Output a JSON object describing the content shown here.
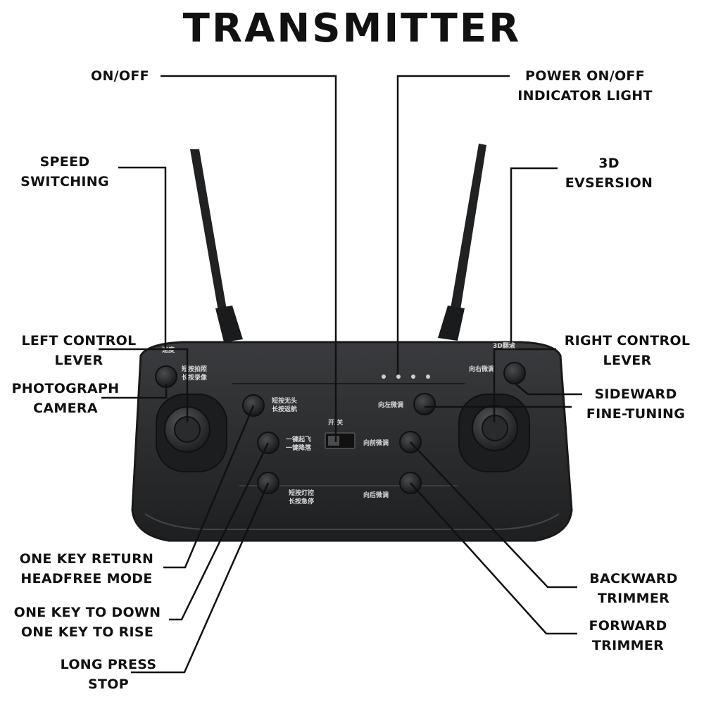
{
  "title": "TRANSMITTER",
  "labels": {
    "on_off": "ON/OFF",
    "power_indicator": [
      "POWER ON/OFF",
      "INDICATOR LIGHT"
    ],
    "speed_switching": [
      "SPEED",
      "SWITCHING"
    ],
    "evsersion_3d": [
      "3D",
      "EVSERSION"
    ],
    "left_control_lever": [
      "LEFT CONTROL",
      "LEVER"
    ],
    "right_control_lever": [
      "RIGHT CONTROL",
      "LEVER"
    ],
    "photograph_camera": [
      "PHOTOGRAPH",
      "CAMERA"
    ],
    "sideward_fine_tuning": [
      "SIDEWARD",
      "FINE-TUNING"
    ],
    "one_key_return": [
      "ONE KEY RETURN",
      "HEADFREE MODE"
    ],
    "one_key_down_rise": [
      "ONE KEY TO DOWN",
      "ONE KEY TO RISE"
    ],
    "long_press_stop": [
      "LONG PRESS",
      "STOP"
    ],
    "backward_trimmer": [
      "BACKWARD",
      "TRIMMER"
    ],
    "forward_trimmer": [
      "FORWARD",
      "TRIMMER"
    ]
  },
  "device_text": {
    "switch": "开/关",
    "speed": "速度",
    "photo": [
      "短按拍照",
      "长按录像"
    ],
    "headless": [
      "短按无头",
      "长按返航"
    ],
    "takeoff": [
      "一键起飞",
      "一键降落"
    ],
    "light": [
      "短按灯控",
      "长按急停"
    ],
    "evsersion": "3D翻滚",
    "trim_left": "向左微调",
    "trim_right": "向右微调",
    "trim_forward": "向前微调",
    "trim_backward": "向后微调"
  },
  "colors": {
    "body": "#2e2f31",
    "body_edge": "#18191a",
    "leader": "#111111",
    "text": "#111111"
  }
}
